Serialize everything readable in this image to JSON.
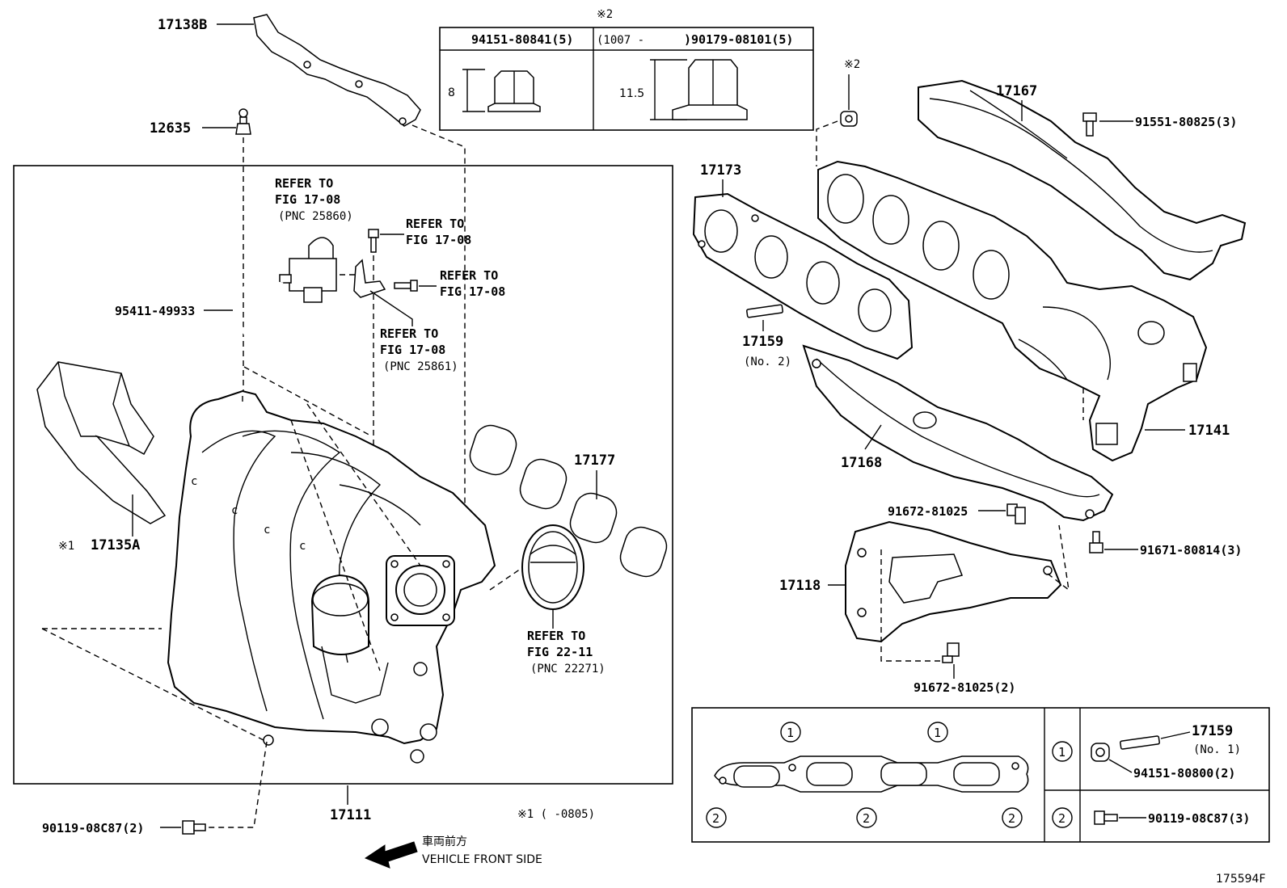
{
  "labels": {
    "p17138B": "17138B",
    "p12635": "12635",
    "p95411": "95411-49933",
    "p17135A": "17135A",
    "star1": "※1",
    "p17177": "17177",
    "p17111": "17111",
    "p90119_left": "90119-08C87(2)",
    "footnote1": "※1 (    -0805)",
    "p17173": "17173",
    "p17167": "17167",
    "p91551": "91551-80825(3)",
    "p17159_top": "17159",
    "p17159_top_sub": "(No. 2)",
    "p17141": "17141",
    "p17168": "17168",
    "p91672a": "91672-81025",
    "p91671": "91671-80814(3)",
    "p17118": "17118",
    "p91672b": "91672-81025(2)",
    "star2_nut": "※2",
    "drawing_no": "175594F"
  },
  "refers": {
    "r1_l1": "REFER TO",
    "r1_l2": "FIG 17-08",
    "r1_l3": "(PNC 25860)",
    "r2_l1": "REFER TO",
    "r2_l2": "FIG 17-08",
    "r3_l1": "REFER TO",
    "r3_l2": "FIG 17-08",
    "r4_l1": "REFER TO",
    "r4_l2": "FIG 17-08",
    "r4_l3": "(PNC 25861)",
    "r5_l1": "REFER TO",
    "r5_l2": "FIG 22-11",
    "r5_l3": "(PNC 22271)"
  },
  "nut_table": {
    "mark": "※2",
    "col1_header": "94151-80841(5)",
    "col2_header_prefix": "(1007 -",
    "col2_header_part": ")90179-08101(5)",
    "col1_dim": "8",
    "col2_dim": "11.5"
  },
  "gasket_table": {
    "circle1": "1",
    "circle2": "2",
    "row1_part": "17159",
    "row1_sub": "(No. 1)",
    "row1_nut": "94151-80800(2)",
    "row2_bolt": "90119-08C87(3)"
  },
  "direction": {
    "japanese": "車両前方",
    "english": "VEHICLE FRONT SIDE"
  }
}
